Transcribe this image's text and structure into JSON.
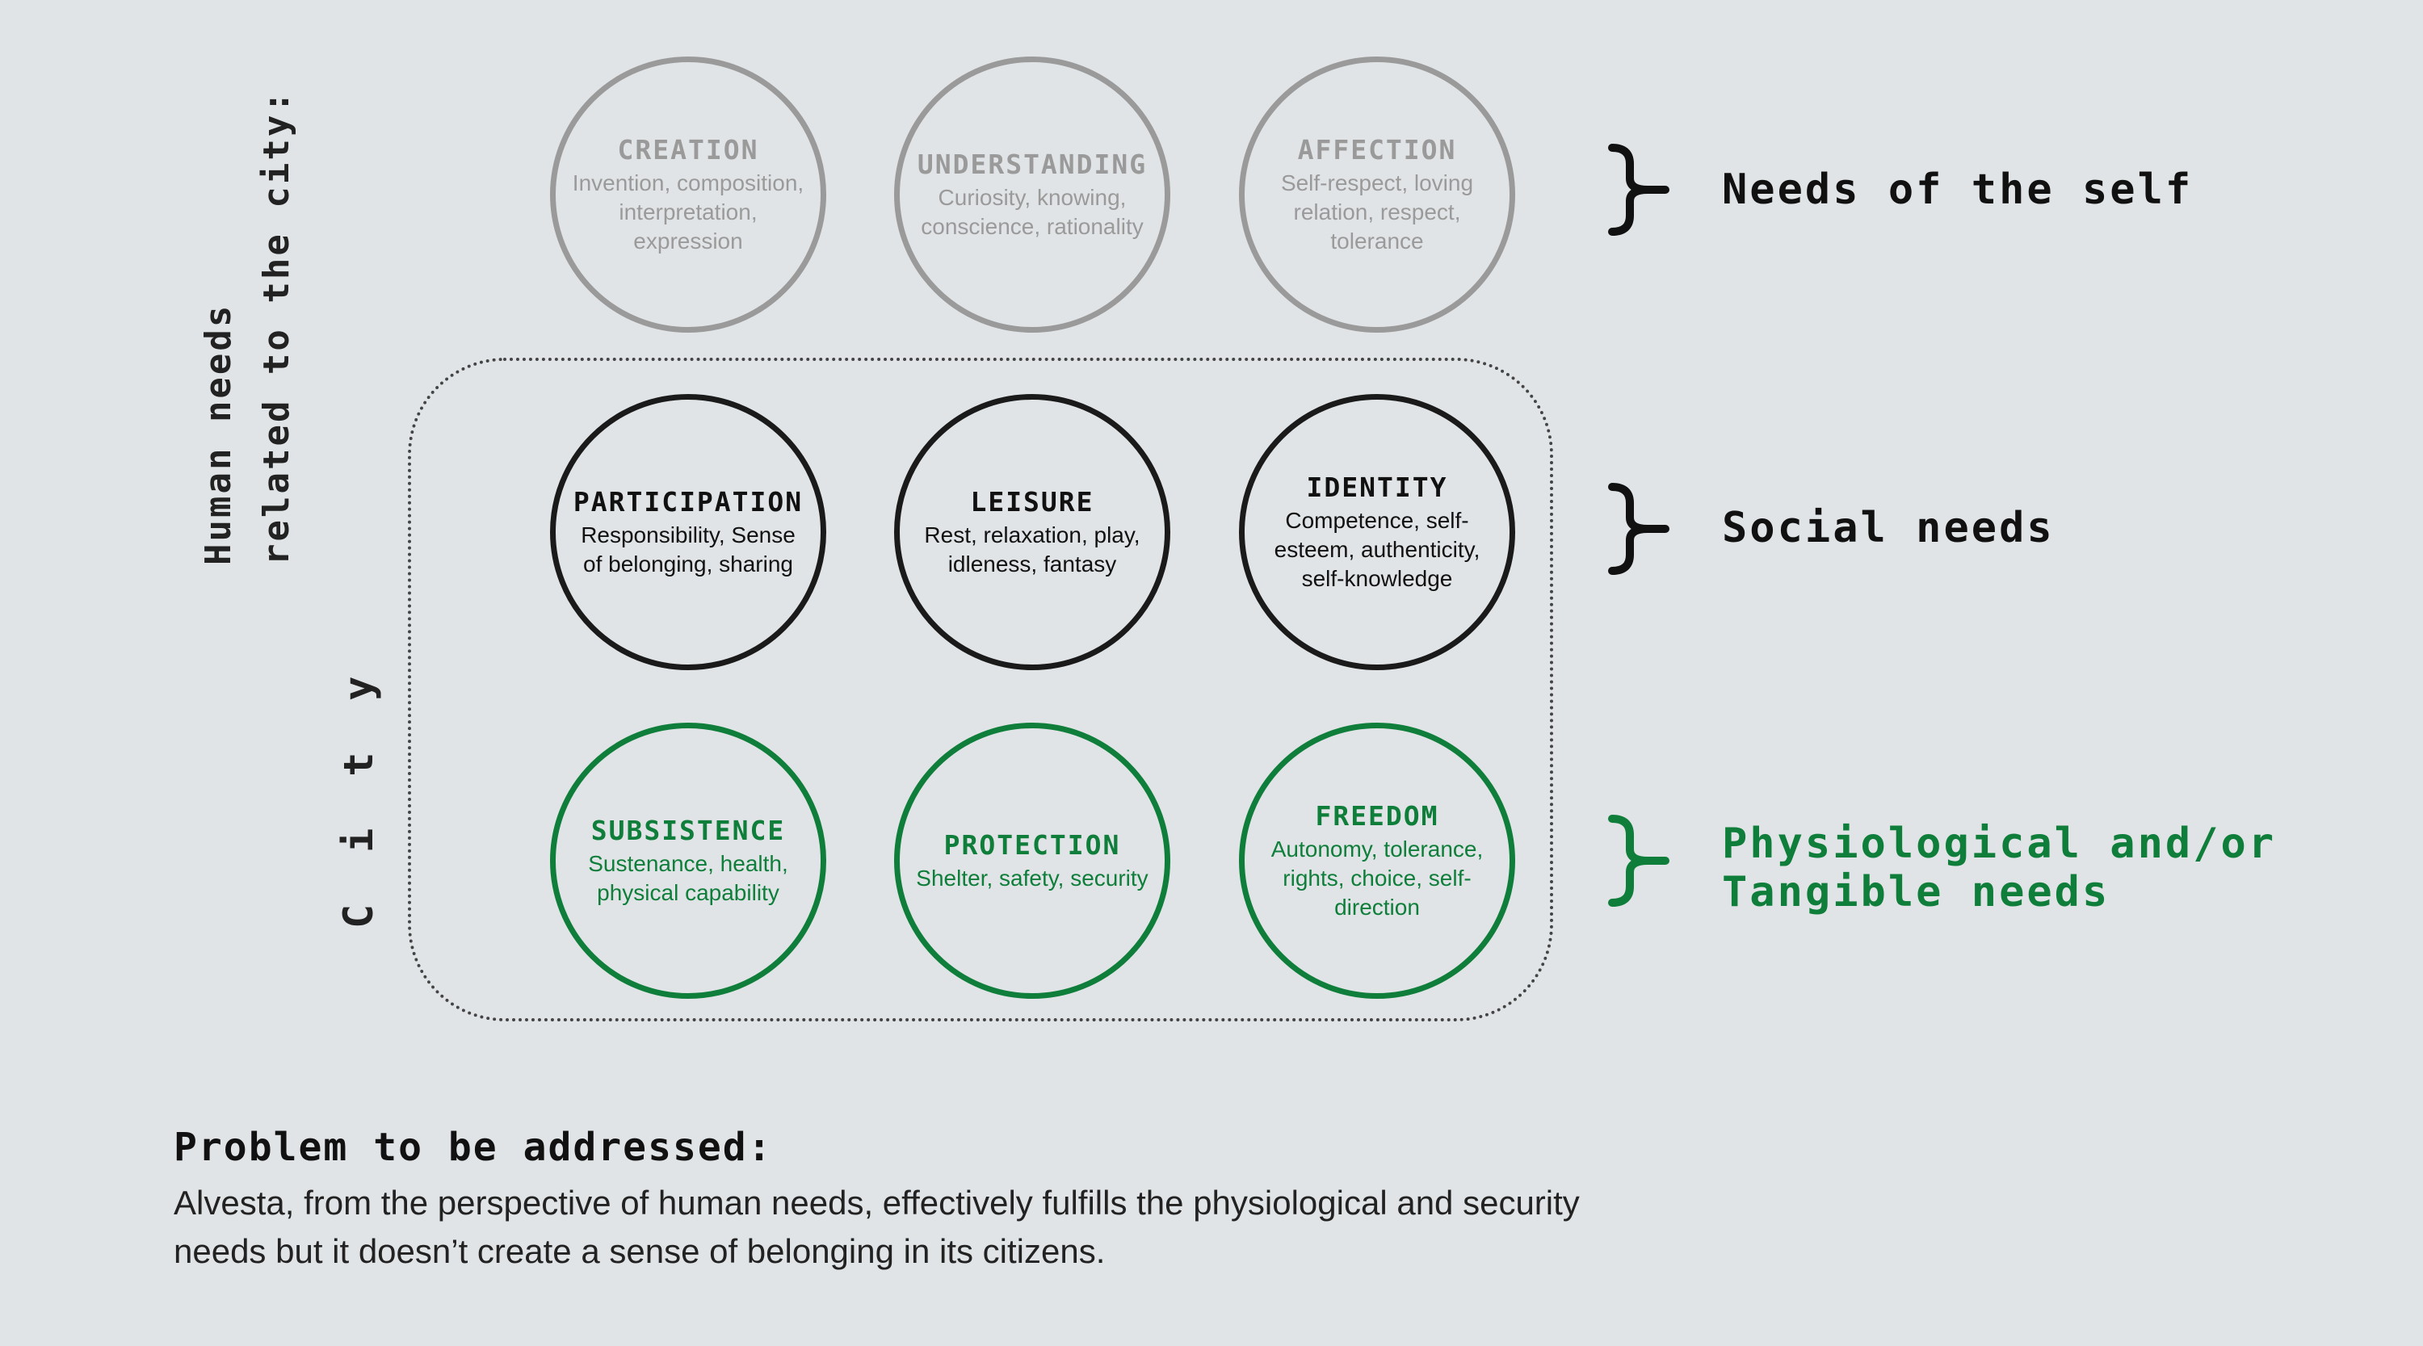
{
  "axis_title": {
    "line1": "Human needs",
    "line2": "related to the city:"
  },
  "city_label": "City",
  "groups": [
    {
      "label_lines": [
        "Needs of the self"
      ],
      "color": "#111111",
      "circles": [
        {
          "title": "CREATION",
          "desc": "Invention, composition, interpretation, expression"
        },
        {
          "title": "UNDERSTANDING",
          "desc": "Curiosity, knowing, conscience, rationality"
        },
        {
          "title": "AFFECTION",
          "desc": "Self-respect, loving relation, respect, tolerance"
        }
      ]
    },
    {
      "label_lines": [
        "Social needs"
      ],
      "color": "#111111",
      "circles": [
        {
          "title": "PARTICIPATION",
          "desc": "Responsibility, Sense of belonging, sharing"
        },
        {
          "title": "LEISURE",
          "desc": "Rest, relaxation, play, idleness, fantasy"
        },
        {
          "title": "IDENTITY",
          "desc": "Competence, self-esteem, authenticity, self-knowledge"
        }
      ]
    },
    {
      "label_lines": [
        "Physiological and/or",
        "Tangible needs"
      ],
      "color": "#0f7e3a",
      "circles": [
        {
          "title": "SUBSISTENCE",
          "desc": "Sustenance, health, physical capability"
        },
        {
          "title": "PROTECTION",
          "desc": "Shelter, safety, security"
        },
        {
          "title": "FREEDOM",
          "desc": "Autonomy, tolerance, rights, choice, self-direction"
        }
      ]
    }
  ],
  "colors": {
    "background": "#e1e4e6",
    "self": "#9a9a9a",
    "social": "#1a1a1a",
    "physiological": "#0f7e3a"
  },
  "problem": {
    "title": "Problem to be addressed:",
    "text": "Alvesta, from the perspective of human needs, effectively fulfills the physiological and security needs but it doesn’t create a sense of belonging in its citizens."
  }
}
